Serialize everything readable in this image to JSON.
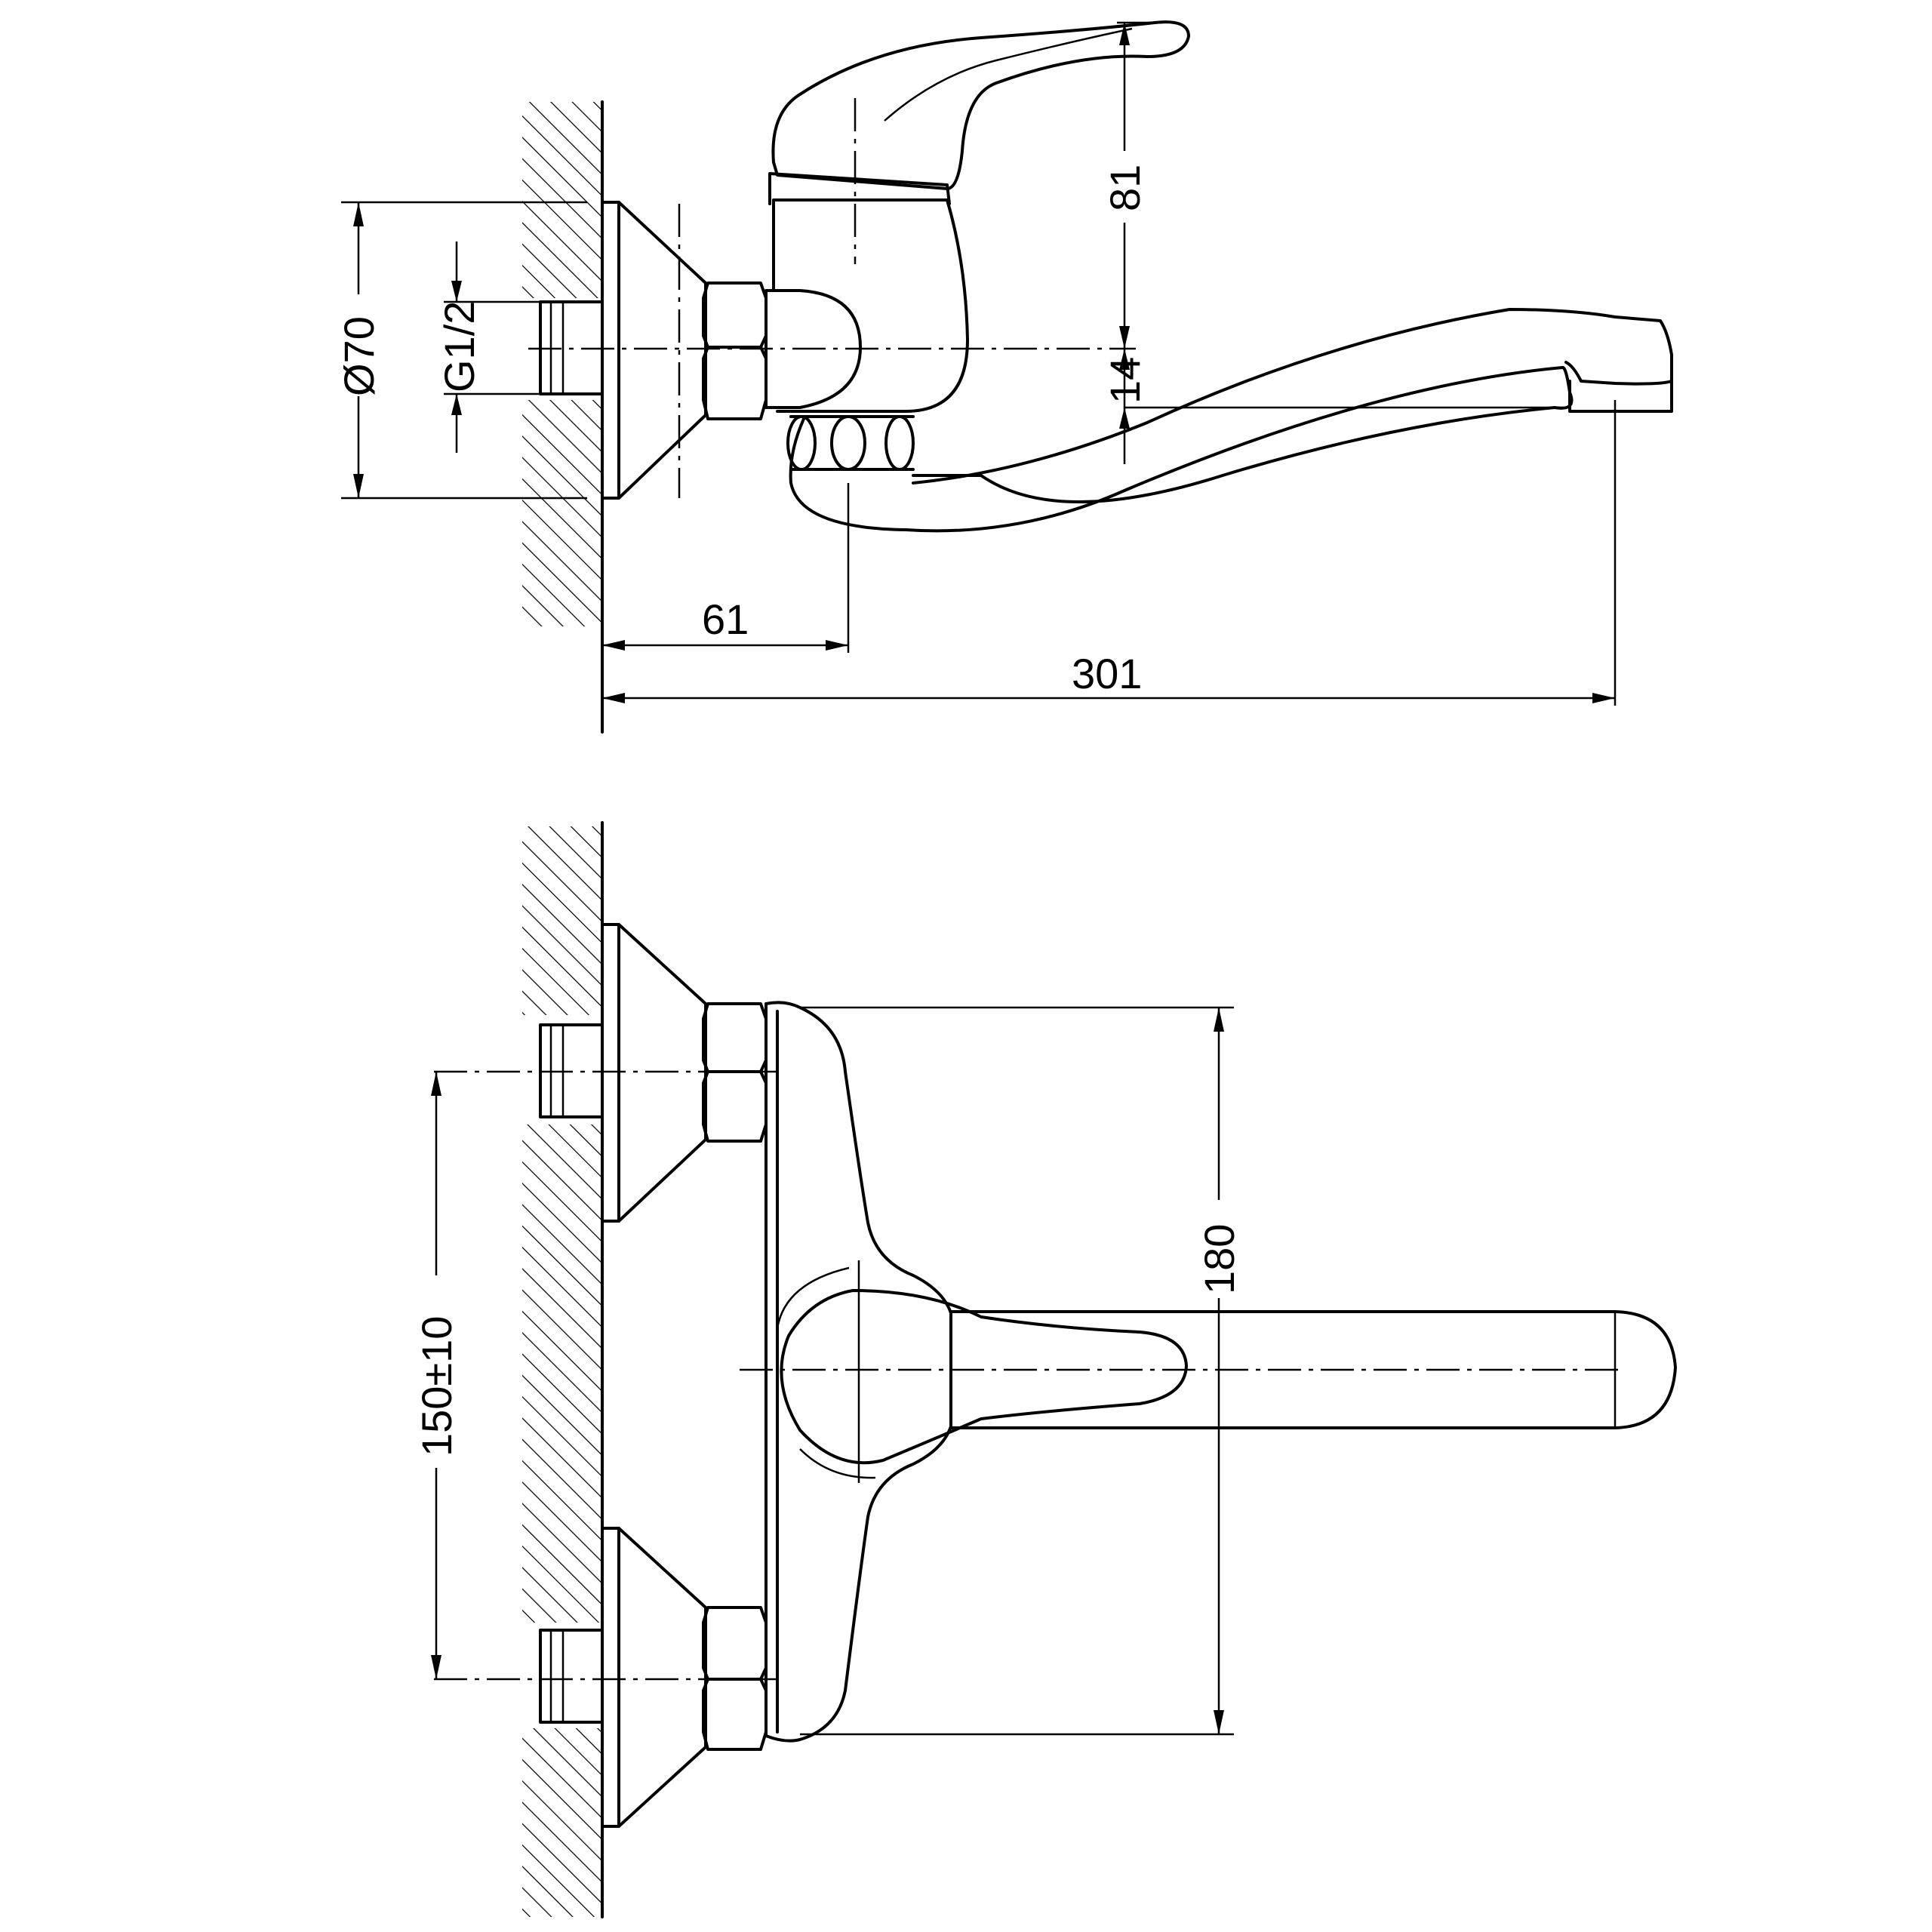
{
  "side_view": {
    "dim_diameter": "Ø70",
    "dim_thread": "G1/2",
    "dim_handle_height": "81",
    "dim_spout_offset": "14",
    "dim_wall_to_body": "61",
    "dim_total_reach": "301"
  },
  "front_view": {
    "dim_centers": "150±10",
    "dim_body_height": "180"
  },
  "colors": {
    "line": "#000000",
    "background": "#ffffff"
  }
}
